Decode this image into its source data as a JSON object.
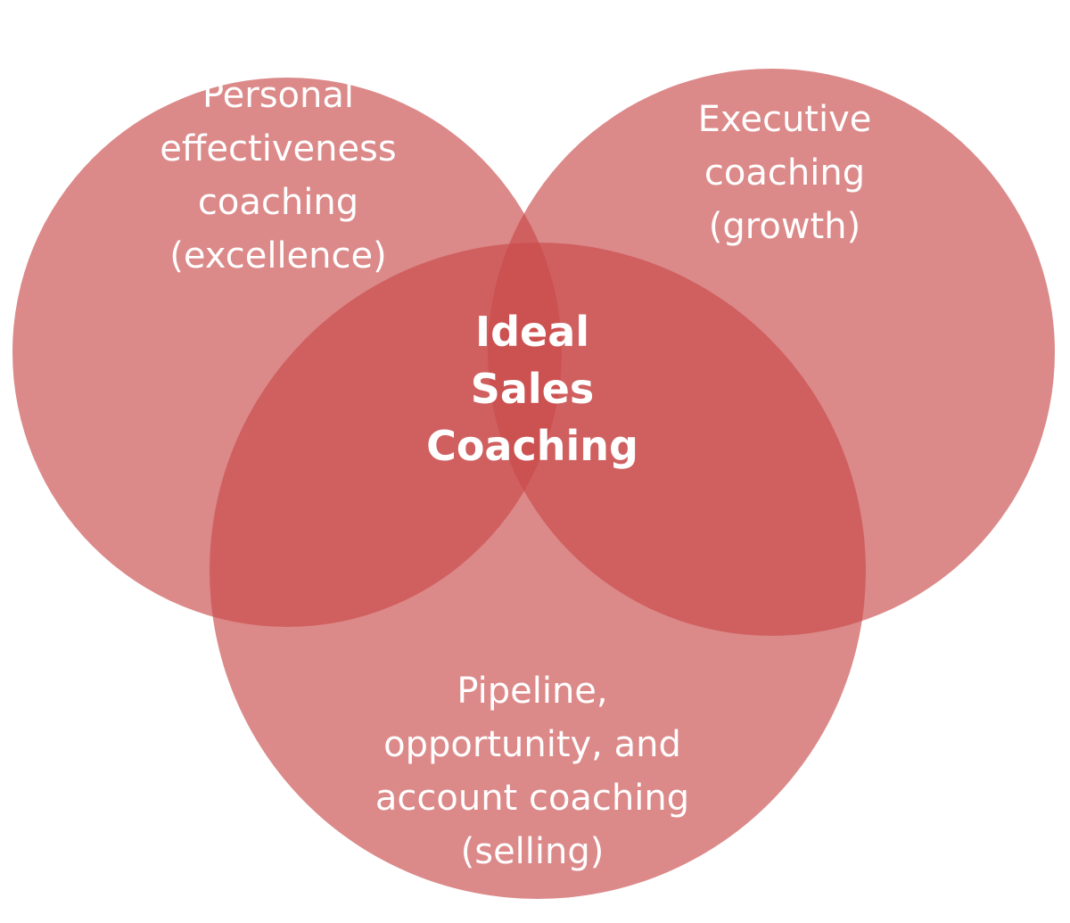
{
  "diagram": {
    "type": "venn",
    "circle_color": "#c94a4a",
    "circle_opacity": 0.65,
    "label_color": "#ffffff",
    "circles": [
      {
        "id": "personal",
        "label_lines": [
          "Personal",
          "effectiveness",
          "coaching",
          "(excellence)"
        ]
      },
      {
        "id": "executive",
        "label_lines": [
          "Executive",
          "coaching",
          "(growth)"
        ]
      },
      {
        "id": "pipeline",
        "label_lines": [
          "Pipeline,",
          "opportunity, and",
          "account coaching",
          "(selling)"
        ]
      }
    ],
    "center_label_lines": [
      "Ideal",
      "Sales",
      "Coaching"
    ]
  }
}
